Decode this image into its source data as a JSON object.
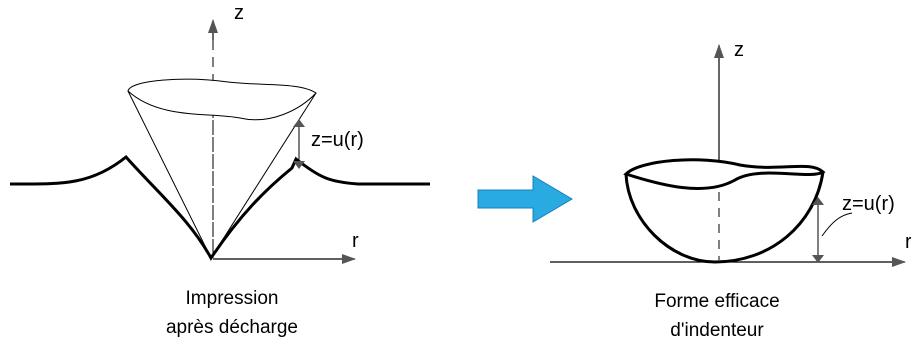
{
  "left": {
    "axis_z": "z",
    "axis_r": "r",
    "dimension_label": "z=u(r)",
    "caption_line1": "Impression",
    "caption_line2": "après  décharge"
  },
  "right": {
    "axis_z": "z",
    "axis_r": "r",
    "dimension_label": "z=u(r)",
    "caption_line1": "Forme efficace",
    "caption_line2": "d'indenteur"
  },
  "colors": {
    "arrow_fill": "#29abe2",
    "arrow_stroke": "#1b7fc0",
    "line": "#000000",
    "axis_arrowhead": "#555555"
  }
}
